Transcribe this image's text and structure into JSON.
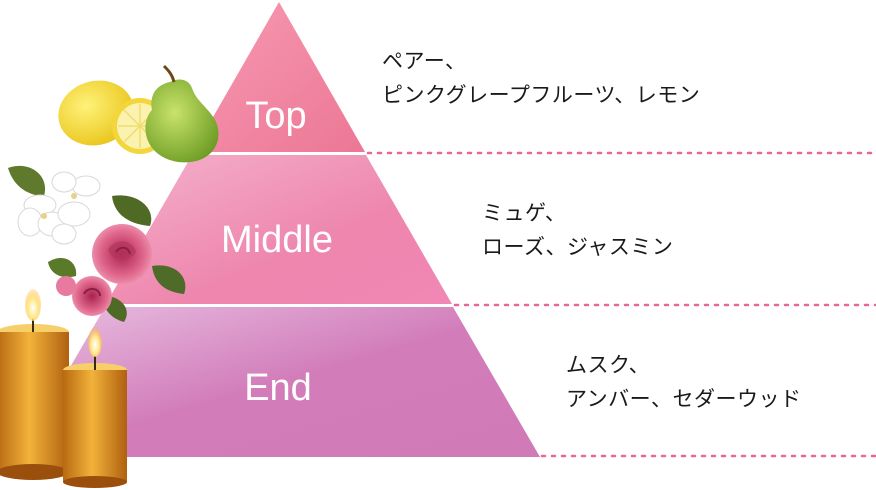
{
  "pyramid": {
    "tiers": [
      {
        "label": "Top",
        "line1": "ペアー、",
        "line2": "ピンクグレープフルーツ、レモン"
      },
      {
        "label": "Middle",
        "line1": "ミュゲ、",
        "line2": "ローズ、ジャスミン"
      },
      {
        "label": "End",
        "line1": "ムスク、",
        "line2": "アンバー、セダーウッド"
      }
    ]
  },
  "colors": {
    "top": "#f0849d",
    "middle": "#ef8aae",
    "end": "#d27dba",
    "dotted_line": "#e8669a"
  },
  "illustrations": {
    "fruit": "lemon-and-pear-illustration",
    "flowers": "rose-and-jasmine-illustration",
    "candles": "lit-candles-illustration"
  }
}
